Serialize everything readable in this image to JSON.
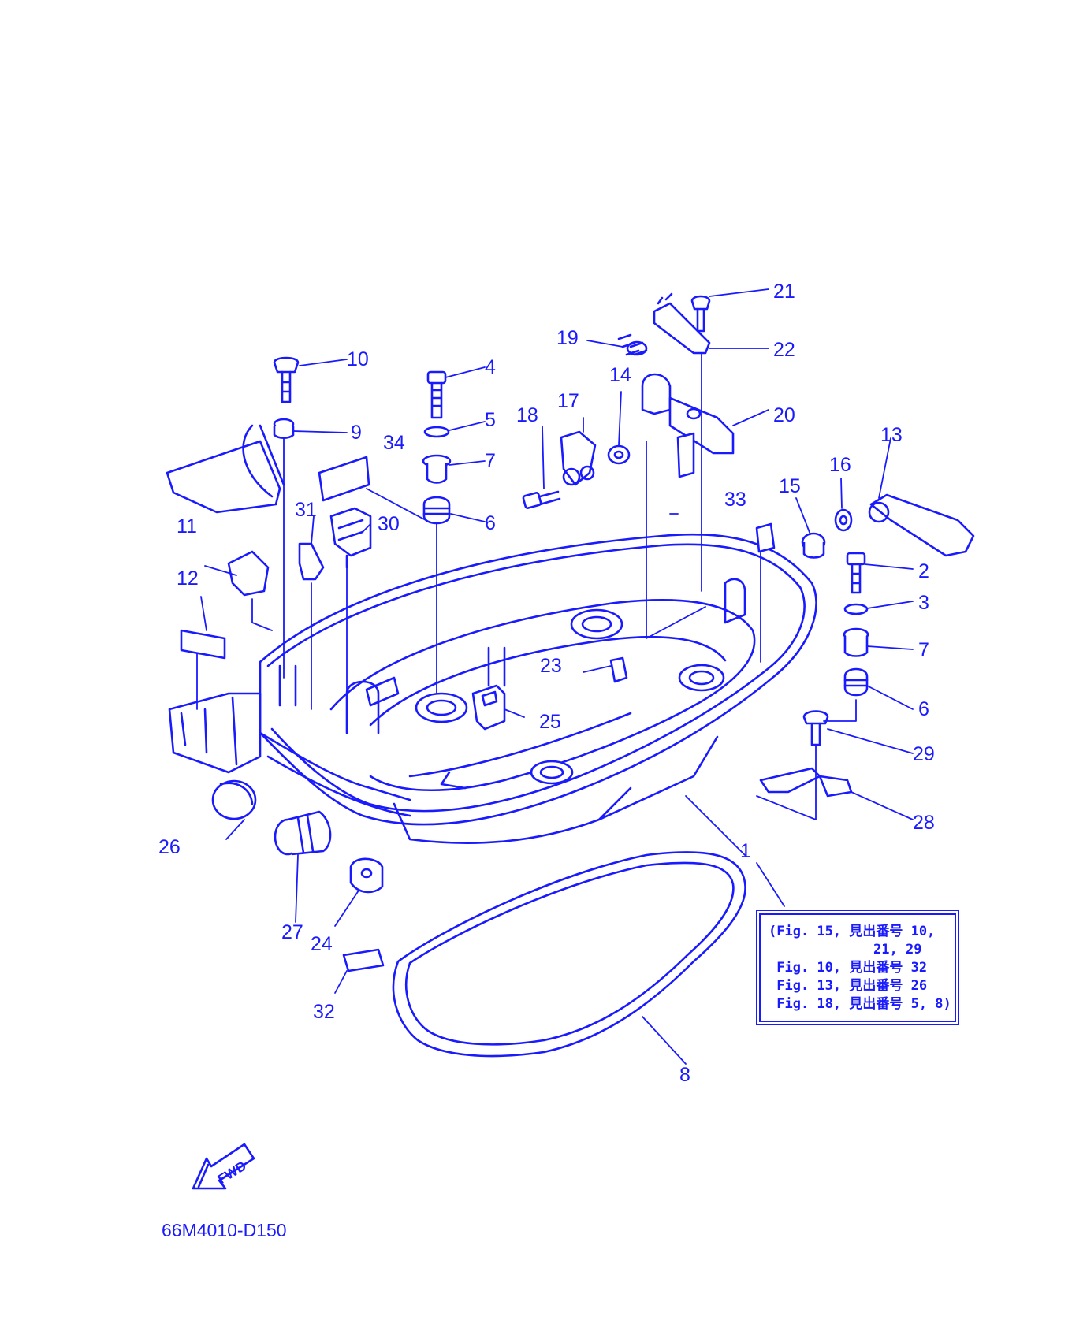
{
  "diagram_code": "66M4010-D150",
  "fwd_label": "FWD",
  "callouts": {
    "c1": "1",
    "c2": "2",
    "c3": "3",
    "c4": "4",
    "c5": "5",
    "c6a": "6",
    "c6b": "6",
    "c7a": "7",
    "c7b": "7",
    "c8": "8",
    "c9": "9",
    "c10": "10",
    "c11": "11",
    "c12": "12",
    "c13": "13",
    "c14": "14",
    "c15": "15",
    "c16": "16",
    "c17": "17",
    "c18": "18",
    "c19": "19",
    "c20": "20",
    "c21": "21",
    "c22": "22",
    "c23": "23",
    "c24": "24",
    "c25": "25",
    "c26": "26",
    "c27": "27",
    "c28": "28",
    "c29": "29",
    "c30": "30",
    "c31": "31",
    "c32": "32",
    "c33": "33",
    "c34": "34"
  },
  "reference_note": {
    "line1": "(Fig. 15, 見出番号 10,",
    "line2": "             21, 29",
    "line3": " Fig. 10, 見出番号 32",
    "line4": " Fig. 13, 見出番号 26",
    "line5": " Fig. 18, 見出番号 5, 8)"
  },
  "colors": {
    "ink": "#1a1aff",
    "background": "#ffffff"
  }
}
